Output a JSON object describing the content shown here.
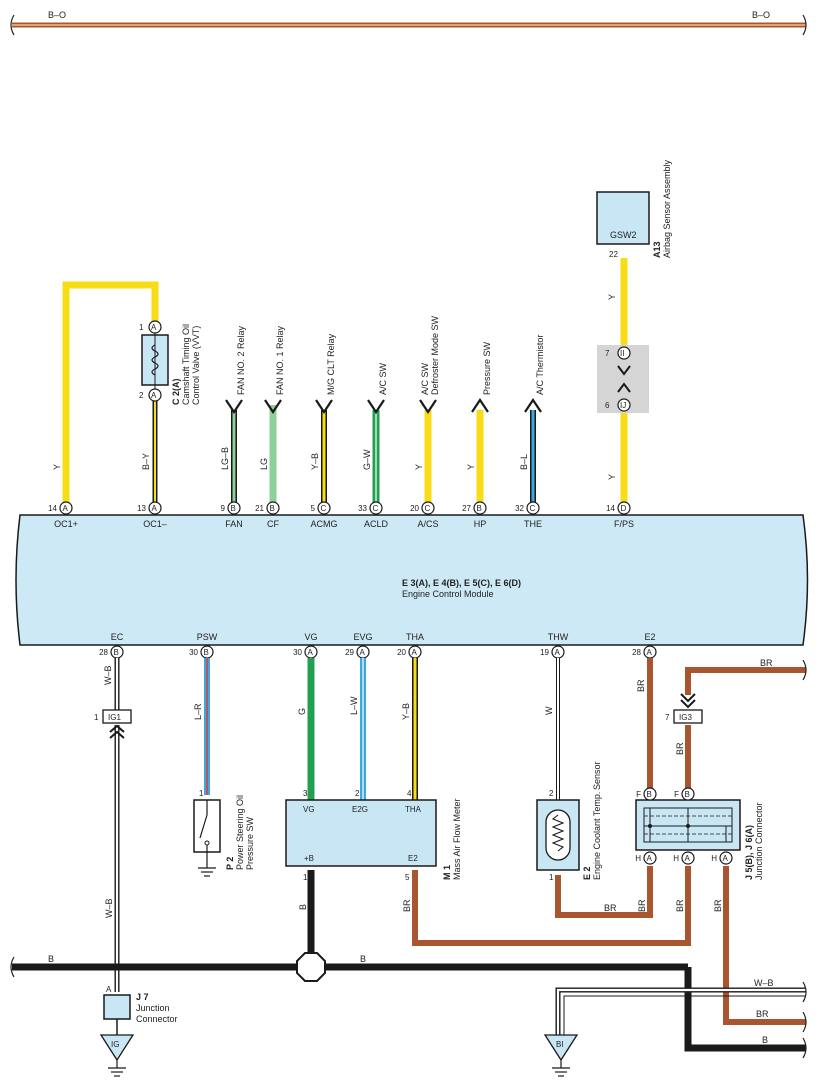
{
  "colors": {
    "yellow": "#f7dc16",
    "black": "#1a1a1a",
    "brown": "#a85530",
    "green": "#20a050",
    "light_green": "#8fcf9a",
    "blue": "#39a9e0",
    "red": "#e03a3a",
    "orange": "#e1a56b",
    "ecm_fill": "#cde9f6",
    "comp_fill": "#c9e6f5",
    "gray_box": "#d5d5d5"
  },
  "top_bus": {
    "left_label": "B–O",
    "right_label": "B–O"
  },
  "ecm": {
    "title": "E 3(A), E 4(B), E 5(C), E 6(D)",
    "subtitle": "Engine Control Module",
    "top_pins": [
      {
        "num": "14",
        "conn": "A",
        "name": "OC1+",
        "wire": "Y"
      },
      {
        "num": "13",
        "conn": "A",
        "name": "OC1–",
        "wire": "B–Y"
      },
      {
        "num": "9",
        "conn": "B",
        "name": "FAN",
        "wire": "LG–B"
      },
      {
        "num": "21",
        "conn": "B",
        "name": "CF",
        "wire": "LG"
      },
      {
        "num": "5",
        "conn": "C",
        "name": "ACMG",
        "wire": "Y–B"
      },
      {
        "num": "33",
        "conn": "C",
        "name": "ACLD",
        "wire": "G–W"
      },
      {
        "num": "20",
        "conn": "C",
        "name": "A/CS",
        "wire": "Y"
      },
      {
        "num": "27",
        "conn": "B",
        "name": "HP",
        "wire": "Y"
      },
      {
        "num": "32",
        "conn": "C",
        "name": "THE",
        "wire": "B–L"
      },
      {
        "num": "14",
        "conn": "D",
        "name": "F/PS",
        "wire": "Y"
      }
    ],
    "bottom_pins": [
      {
        "num": "28",
        "conn": "B",
        "name": "EC",
        "wire": "W–B"
      },
      {
        "num": "30",
        "conn": "B",
        "name": "PSW",
        "wire": "L–R"
      },
      {
        "num": "30",
        "conn": "A",
        "name": "VG",
        "wire": "G"
      },
      {
        "num": "29",
        "conn": "A",
        "name": "EVG",
        "wire": "L–W"
      },
      {
        "num": "20",
        "conn": "A",
        "name": "THA",
        "wire": "Y–B"
      },
      {
        "num": "19",
        "conn": "A",
        "name": "THW",
        "wire": "W"
      },
      {
        "num": "28",
        "conn": "A",
        "name": "E2",
        "wire": "BR"
      }
    ]
  },
  "destinations": [
    "FAN NO. 2 Relay",
    "FAN NO. 1 Relay",
    "M/G CLT Relay",
    "A/C SW",
    "A/C SW",
    "Defroster Mode SW",
    "Pressure SW",
    "A/C Thermistor"
  ],
  "vvt": {
    "code": "C 2(A)",
    "name1": "Camshaft Timing Oil",
    "name2": "Control Valve (VVT)",
    "pin1": "1",
    "pin2": "2",
    "conn": "A"
  },
  "airbag": {
    "box_label": "GSW2",
    "code": "A13",
    "name": "Airbag Sensor Assembly",
    "pin": "22",
    "wire_upper": "Y",
    "wire_lower": "Y",
    "junction_top_pin": "7",
    "junction_top_conn": "II",
    "junction_bottom_pin": "6",
    "junction_bottom_conn": "IJ"
  },
  "ig1": {
    "pin": "1",
    "label": "IG1"
  },
  "ig3": {
    "pin": "7",
    "label": "IG3"
  },
  "psw_sw": {
    "code": "P 2",
    "name1": "Power Steering Oil",
    "name2": "Pressure SW",
    "pin": "1"
  },
  "maf": {
    "code": "M 1",
    "name": "Mass Air Flow Meter",
    "pins_top": [
      {
        "num": "3",
        "name": "VG"
      },
      {
        "num": "2",
        "name": "E2G"
      },
      {
        "num": "4",
        "name": "THA"
      }
    ],
    "pins_bottom": [
      {
        "num": "1",
        "name": "+B"
      },
      {
        "num": "5",
        "name": "E2"
      }
    ]
  },
  "coolant": {
    "code": "E 2",
    "name1": "Engine Coolant Temp.",
    "name2": "Sensor",
    "pin_top": "2",
    "pin_bottom": "1"
  },
  "jconn": {
    "code": "J 5(B), J 6(A)",
    "name": "Junction Connector",
    "pins_top": [
      {
        "label": "F",
        "conn": "B"
      },
      {
        "label": "F",
        "conn": "B"
      }
    ],
    "pins_bottom": [
      {
        "label": "H",
        "conn": "A"
      },
      {
        "label": "H",
        "conn": "A"
      },
      {
        "label": "H",
        "conn": "A"
      }
    ]
  },
  "j7": {
    "code": "J 7",
    "name1": "Junction",
    "name2": "Connector",
    "pin": "A"
  },
  "grounds": {
    "ig": "IG",
    "bi": "BI"
  },
  "wire_labels": {
    "b_left": "B",
    "b_mid": "B",
    "b_maf": "B",
    "br_maf": "BR",
    "br_coolant": "BR",
    "br_j1": "BR",
    "br_j2": "BR",
    "br_top_right": "BR",
    "br_ig3": "BR",
    "wb_left": "W–B",
    "wb_right": "W–B",
    "br_right": "BR",
    "b_right": "B"
  }
}
